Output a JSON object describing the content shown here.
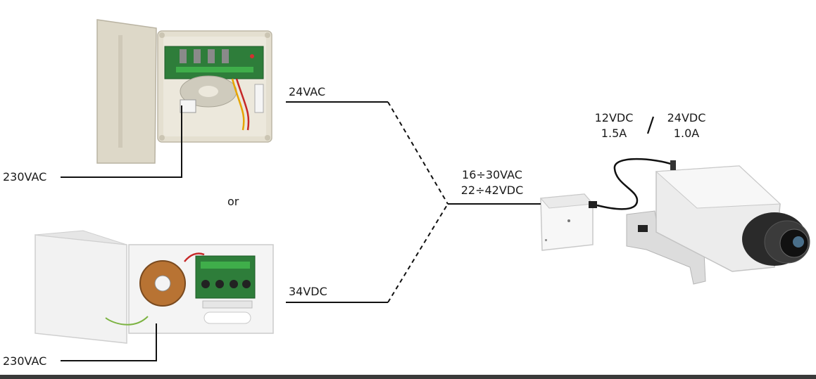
{
  "supply_top": {
    "input_label": "230VAC",
    "output_label": "24VAC"
  },
  "separator_label": "or",
  "supply_bottom": {
    "input_label": "230VAC",
    "output_label": "34VDC"
  },
  "converter": {
    "input_range_ac": "16÷30VAC",
    "input_range_dc": "22÷42VDC"
  },
  "camera": {
    "option_a_voltage": "12VDC",
    "option_a_current": "1.5A",
    "divider": "/",
    "option_b_voltage": "24VDC",
    "option_b_current": "1.0A"
  },
  "colors": {
    "line": "#111111",
    "enclosure": "#ddd8c8",
    "pcb": "#2e7d3a",
    "toroid": "#b87333",
    "case_white": "#f2f2f2"
  }
}
